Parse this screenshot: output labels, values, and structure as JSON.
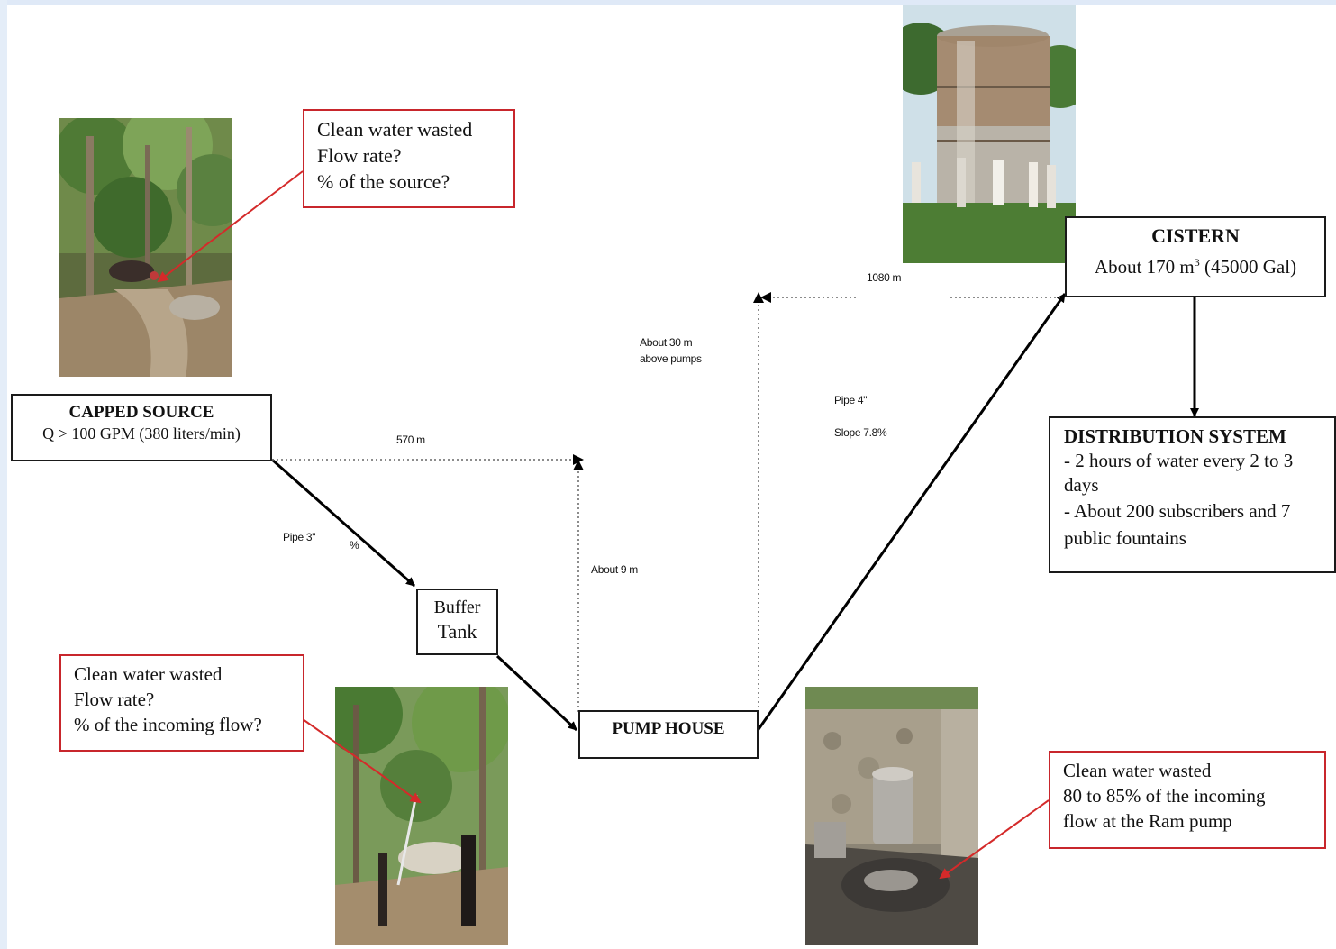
{
  "nodes": {
    "capped_source": {
      "title": "CAPPED SOURCE",
      "detail": "Q > 100 GPM (380 liters/min)"
    },
    "buffer_tank": {
      "line1": "Buffer",
      "line2": "Tank"
    },
    "pump_house": {
      "title": "PUMP HOUSE"
    },
    "cistern": {
      "title": "CISTERN",
      "detail_pre": "About 170 m",
      "detail_sup": "3",
      "detail_post": " (45000 Gal)"
    },
    "distribution": {
      "title": "DISTRIBUTION SYSTEM",
      "line1": "- 2 hours of water every 2 to 3",
      "line2": "days",
      "line3": "- About 200 subscribers and 7",
      "line4": "public fountains"
    }
  },
  "callouts": {
    "source": {
      "line1": "Clean water wasted",
      "line2": "Flow rate?",
      "line3": "% of the source?"
    },
    "buffer": {
      "line1": "Clean water wasted",
      "line2": "Flow rate?",
      "line3": "% of the incoming flow?"
    },
    "pump": {
      "line1": "Clean water wasted",
      "line2": "80 to 85% of the incoming",
      "line3": "flow at the Ram pump"
    }
  },
  "annotations": {
    "dist_source_pump": "570 m",
    "pipe_source": "Pipe 3\"",
    "slope_source": "%",
    "head_pump": "About 9 m",
    "cistern_height": "About 30 m",
    "cistern_height2": "above pumps",
    "dist_pump_cistern": "1080 m",
    "pipe_cistern": "Pipe 4\"",
    "slope_cistern": "Slope 7.8%"
  },
  "colors": {
    "callout_border": "#c8262c",
    "arrow": "#000000",
    "dotted": "#666666"
  }
}
